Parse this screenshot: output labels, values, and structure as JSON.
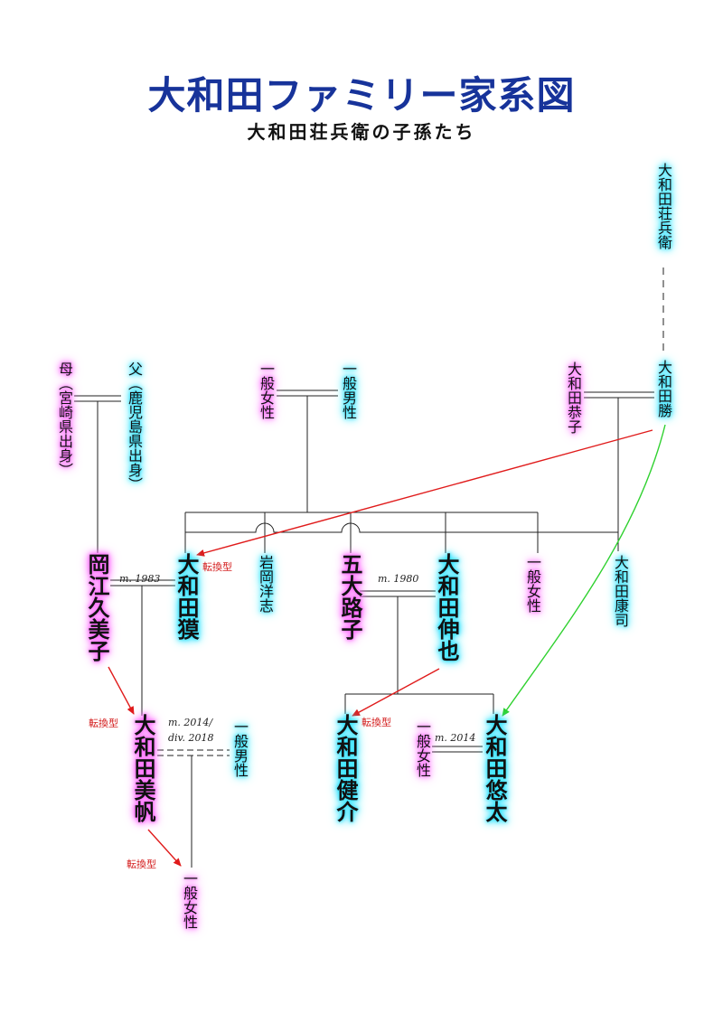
{
  "header": {
    "title": "大和田ファミリー家系図",
    "subtitle": "大和田荘兵衛の子孫たち"
  },
  "people": {
    "sobei": "大和田荘兵衛",
    "katsu": "大和田勝",
    "kyoko": "大和田恭子",
    "kaori_mother": "母（宮崎県出身）",
    "kaori_father": "父（鹿児島県出身）",
    "imei_woman": "一般女性",
    "imei_man": "一般男性",
    "kumiko": "岡江久美子",
    "baku": "大和田獏",
    "hiroshi": "岩岡洋志",
    "michiko": "五大路子",
    "shinya": "大和田伸也",
    "sibling_woman": "一般女性",
    "yasushi": "大和田康司",
    "miho": "大和田美帆",
    "miho_exhusband": "一般男性",
    "kensuke": "大和田健介",
    "yuta": "大和田悠太",
    "yuta_wife": "一般女性",
    "miho_child": "一般女性"
  },
  "marriages": {
    "baku_kumiko": "m. 1983",
    "shinya_michiko": "m. 1980",
    "miho_line1": "m. 2014/",
    "miho_line2": "div. 2018",
    "yuta": "m. 2014"
  },
  "conversion_label": "転換型",
  "colors": {
    "title": "#17339a",
    "male_glow": "#33e3ff",
    "female_glow": "#ff6cff",
    "conversion_arrow": "#e01b1b",
    "adoption_arrow": "#2fd12f"
  }
}
